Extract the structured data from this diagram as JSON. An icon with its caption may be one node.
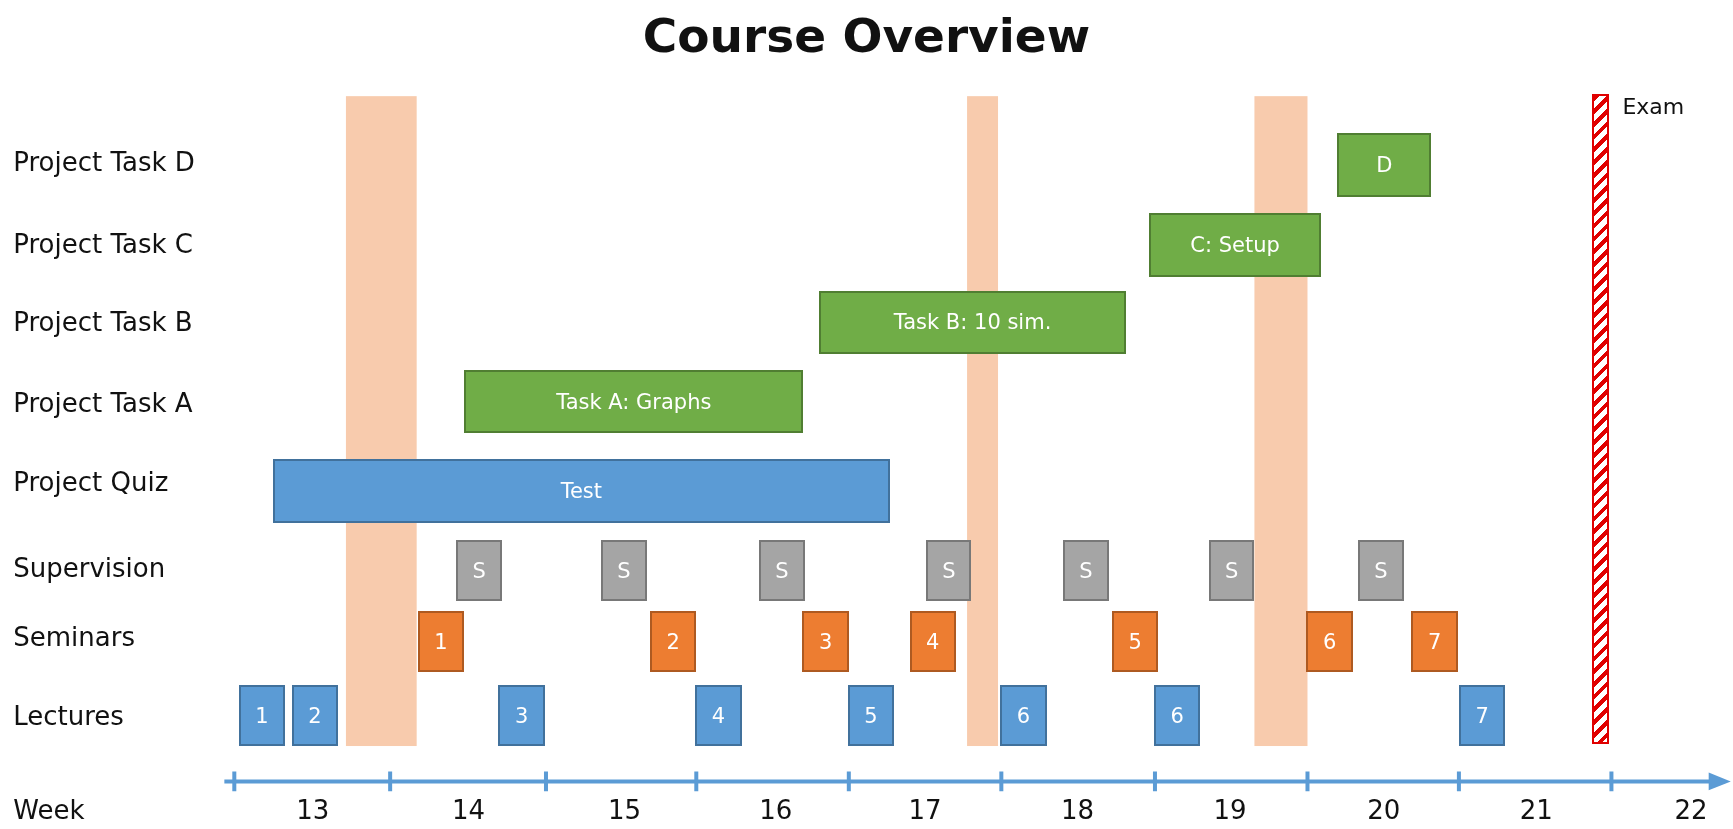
{
  "diagram": {
    "title": "Course Overview",
    "nodes": [
      {
        "text": [
          "Exam"
        ]
      },
      {
        "text": [
          "D"
        ]
      },
      {
        "text": [
          "C: Setup"
        ]
      },
      {
        "text": [
          "Task B: 10 sim."
        ]
      },
      {
        "text": [
          "Task A: Graphs"
        ]
      },
      {
        "text": [
          "Test"
        ]
      },
      {
        "text": [
          "S"
        ]
      },
      {
        "text": [
          "S"
        ]
      },
      {
        "text": [
          "S"
        ]
      },
      {
        "text": [
          "S"
        ]
      },
      {
        "text": [
          "S"
        ]
      },
      {
        "text": [
          "S"
        ]
      },
      {
        "text": [
          "S"
        ]
      },
      {
        "text": [
          "1"
        ]
      },
      {
        "text": [
          "2"
        ]
      },
      {
        "text": [
          "3"
        ]
      },
      {
        "text": [
          "4"
        ]
      },
      {
        "text": [
          "5"
        ]
      },
      {
        "text": [
          "6"
        ]
      },
      {
        "text": [
          "7"
        ]
      },
      {
        "text": [
          "1"
        ]
      },
      {
        "text": [
          "2"
        ]
      },
      {
        "text": [
          "3"
        ]
      },
      {
        "text": [
          "4"
        ]
      },
      {
        "text": [
          "5"
        ]
      },
      {
        "text": [
          "6"
        ]
      },
      {
        "text": [
          "6"
        ]
      },
      {
        "text": [
          "7"
        ]
      },
      {
        "text": [],
        "shape": "band"
      },
      {
        "text": [],
        "shape": "band"
      },
      {
        "text": [],
        "shape": "band"
      }
    ],
    "labels": [
      "Project Task D",
      "Project Task C",
      "Project Task B",
      "Project Task A",
      "Project Quiz",
      "Supervision",
      "Seminars",
      "Lectures",
      "Week",
      "13",
      "14",
      "15",
      "16",
      "17",
      "18",
      "19",
      "20",
      "21",
      "22"
    ]
  }
}
